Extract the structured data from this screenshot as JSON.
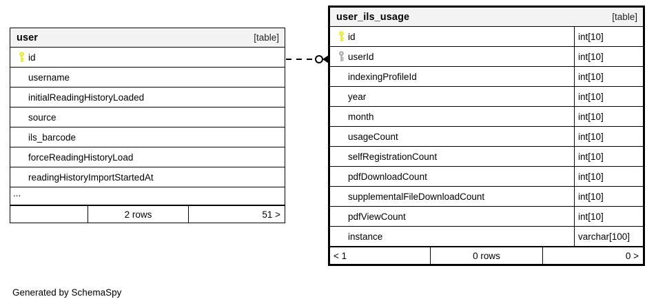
{
  "diagram": {
    "credit": "Generated by SchemaSpy",
    "relationship": {
      "from_table": "user",
      "from_column": "id",
      "to_table": "user_ils_usage",
      "to_column": "userId",
      "line_style": "dashed",
      "source_marker": "circle",
      "target_marker": "crows-foot"
    }
  },
  "tables": [
    {
      "name": "user",
      "tag": "[table]",
      "emphasis": false,
      "show_types": false,
      "columns": [
        {
          "name": "id",
          "key": "primary",
          "type": ""
        },
        {
          "name": "username",
          "key": "none",
          "type": ""
        },
        {
          "name": "initialReadingHistoryLoaded",
          "key": "none",
          "type": ""
        },
        {
          "name": "source",
          "key": "none",
          "type": ""
        },
        {
          "name": "ils_barcode",
          "key": "none",
          "type": ""
        },
        {
          "name": "forceReadingHistoryLoad",
          "key": "none",
          "type": ""
        },
        {
          "name": "readingHistoryImportStartedAt",
          "key": "none",
          "type": ""
        }
      ],
      "more_indicator": "...",
      "footer": {
        "left": "",
        "middle": "2 rows",
        "right": "51 >"
      }
    },
    {
      "name": "user_ils_usage",
      "tag": "[table]",
      "emphasis": true,
      "show_types": true,
      "columns": [
        {
          "name": "id",
          "key": "primary",
          "type": "int[10]"
        },
        {
          "name": "userId",
          "key": "foreign",
          "type": "int[10]"
        },
        {
          "name": "indexingProfileId",
          "key": "none",
          "type": "int[10]"
        },
        {
          "name": "year",
          "key": "none",
          "type": "int[10]"
        },
        {
          "name": "month",
          "key": "none",
          "type": "int[10]"
        },
        {
          "name": "usageCount",
          "key": "none",
          "type": "int[10]"
        },
        {
          "name": "selfRegistrationCount",
          "key": "none",
          "type": "int[10]"
        },
        {
          "name": "pdfDownloadCount",
          "key": "none",
          "type": "int[10]"
        },
        {
          "name": "supplementalFileDownloadCount",
          "key": "none",
          "type": "int[10]"
        },
        {
          "name": "pdfViewCount",
          "key": "none",
          "type": "int[10]"
        },
        {
          "name": "instance",
          "key": "none",
          "type": "varchar[100]"
        }
      ],
      "more_indicator": "",
      "footer": {
        "left": "< 1",
        "middle": "0 rows",
        "right": "0 >"
      }
    }
  ],
  "colors": {
    "primary_key": "#e8e82a",
    "foreign_key": "#aaaaaa",
    "header_background": "#f3f3f3",
    "border": "#000000",
    "background": "#ffffff"
  }
}
